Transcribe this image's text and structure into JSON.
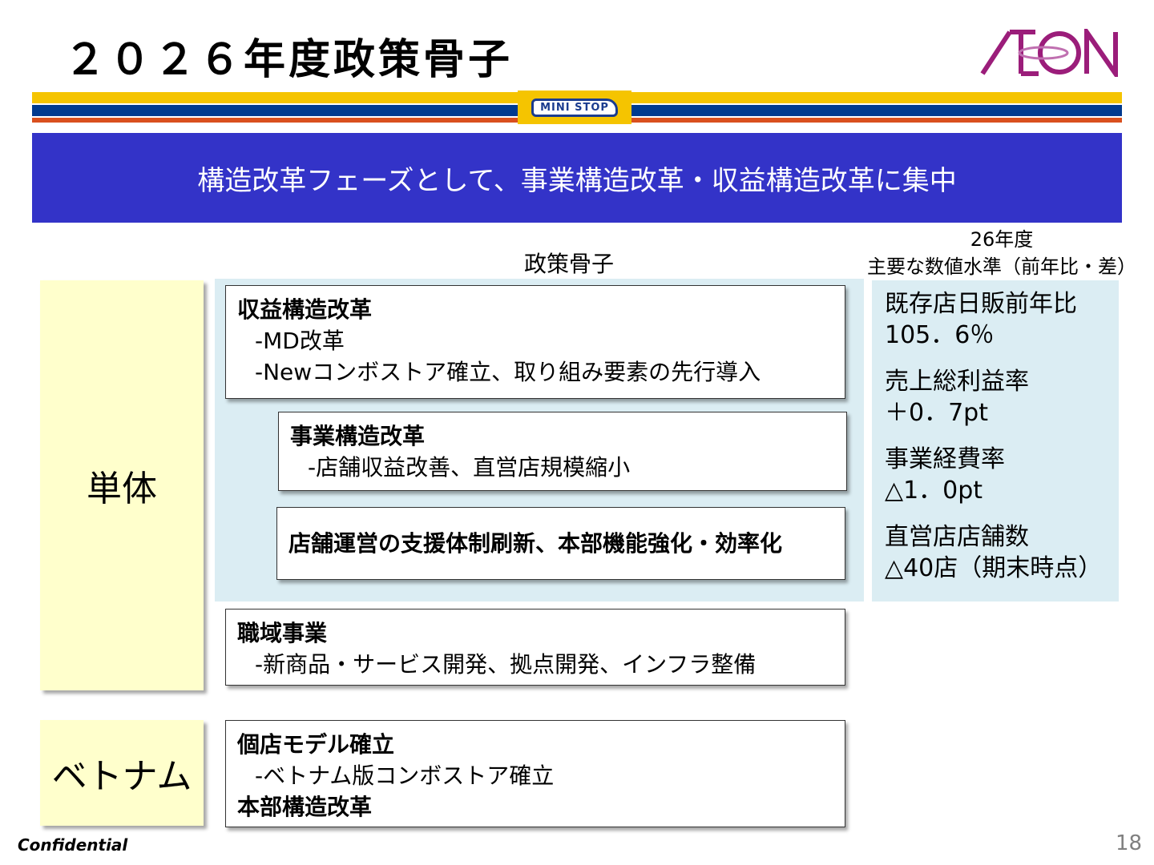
{
  "header": {
    "title": "２０２６年度政策骨子",
    "brand_logo": "AEON",
    "sub_brand_logo": "MINI STOP",
    "colors": {
      "stripe_yellow": "#f5c400",
      "stripe_blue": "#003a8f",
      "stripe_orange": "#d9501e",
      "aeon_purple": "#9b1d7a"
    }
  },
  "banner": {
    "text": "構造改革フェーズとして、事業構造改革・収益構造改革に集中",
    "color": "#3333c8"
  },
  "policy": {
    "column_title": "政策骨子",
    "standalone": {
      "label": "単体",
      "cards": [
        {
          "heading": "収益構造改革",
          "items": [
            "-MD改革",
            "-Newコンボストア確立、取り組み要素の先行導入"
          ]
        },
        {
          "heading": "事業構造改革",
          "items": [
            "-店舗収益改善、直営店規模縮小"
          ]
        },
        {
          "heading": "店舗運営の支援体制刷新、本部機能強化・効率化",
          "items": []
        },
        {
          "heading": "職域事業",
          "items": [
            "-新商品・サービス開発、拠点開発、インフラ整備"
          ]
        }
      ]
    },
    "vietnam": {
      "label": "ベトナム",
      "card": {
        "heading": "個店モデル確立",
        "items": [
          "-ベトナム版コンボストア確立"
        ],
        "heading2": "本部構造改革"
      }
    }
  },
  "kpi": {
    "title_line1": "26年度",
    "title_line2": "主要な数値水準（前年比・差）",
    "items": [
      {
        "label": "既存店日販前年比",
        "value": "105．6％"
      },
      {
        "label": "売上総利益率",
        "value": "＋0．7pt"
      },
      {
        "label": "事業経費率",
        "value": "△1．0pt"
      },
      {
        "label": "直営店店舗数",
        "value": "△40店（期末時点）"
      }
    ]
  },
  "footer": {
    "confidential": "Confidential",
    "page_number": "18"
  }
}
